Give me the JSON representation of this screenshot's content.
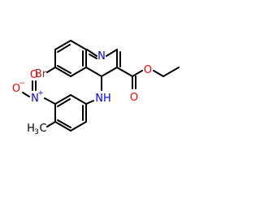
{
  "molecule": {
    "atoms": {
      "n_ring": {
        "text": "N",
        "color": "#0000ff"
      },
      "br": {
        "text": "Br",
        "color": "#a52a2a"
      },
      "o_ester": {
        "text": "O",
        "color": "#ff0000"
      },
      "o_carbonyl": {
        "text": "O",
        "color": "#ff0000"
      },
      "nh": {
        "text": "NH",
        "color": "#0000ff"
      },
      "o_nitro1": {
        "text": "O",
        "color": "#ff0000"
      },
      "o_nitro1_charge": {
        "text": "−",
        "color": "#ff0000"
      },
      "n_nitro": {
        "text": "N",
        "color": "#0000ff"
      },
      "n_nitro_charge": {
        "text": "+",
        "color": "#0000ff"
      },
      "o_nitro2": {
        "text": "O",
        "color": "#ff0000"
      },
      "ch3": {
        "text": "H",
        "color": "#000000"
      },
      "ch3_c": {
        "text": "C",
        "color": "#000000"
      },
      "ch3_sub": {
        "text": "3",
        "color": "#000000"
      }
    }
  }
}
